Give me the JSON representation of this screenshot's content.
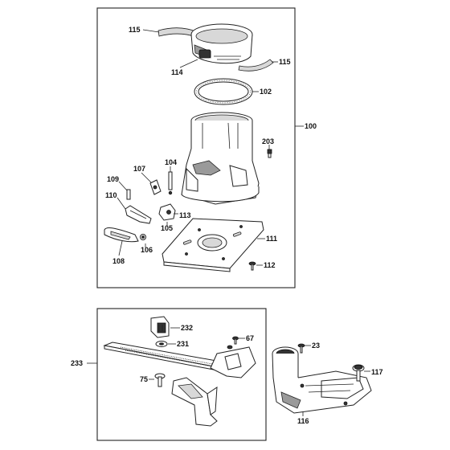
{
  "labels": {
    "l100": "100",
    "l115a": "115",
    "l115b": "115",
    "l114": "114",
    "l102": "102",
    "l203": "203",
    "l107": "107",
    "l104": "104",
    "l109": "109",
    "l110": "110",
    "l113": "113",
    "l105": "105",
    "l108": "108",
    "l106": "106",
    "l111": "111",
    "l112": "112",
    "l233": "233",
    "l232": "232",
    "l231": "231",
    "l67": "67",
    "l75": "75",
    "l23": "23",
    "l117": "117",
    "l116": "116"
  }
}
